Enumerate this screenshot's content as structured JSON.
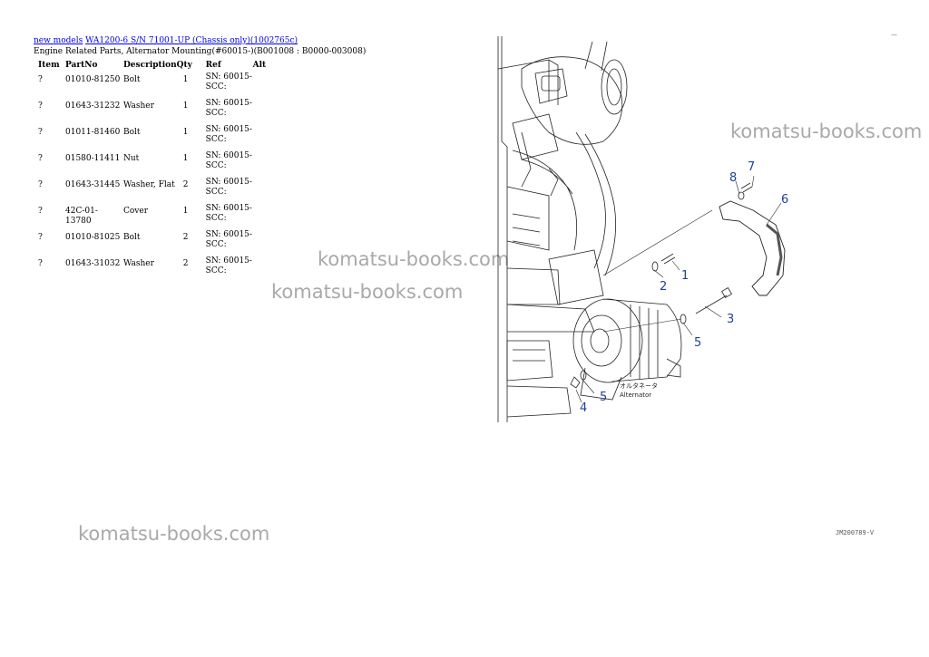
{
  "breadcrumb": {
    "link1": "new models",
    "link2": "WA1200-6 S/N 71001-UP (Chassis only)(1002765c)"
  },
  "subtitle": "Engine Related Parts, Alternator Mounting(#60015-)(B001008 : B0000-003008)",
  "table": {
    "headers": [
      "Item",
      "PartNo",
      "Description",
      "Qty",
      "Ref",
      "Alt"
    ],
    "rows": [
      {
        "item": "?",
        "part": "01010-81250",
        "desc": "Bolt",
        "qty": "1",
        "ref1": "SN: 60015-",
        "ref2": "SCC:"
      },
      {
        "item": "?",
        "part": "01643-31232",
        "desc": "Washer",
        "qty": "1",
        "ref1": "SN: 60015-",
        "ref2": "SCC:"
      },
      {
        "item": "?",
        "part": "01011-81460",
        "desc": "Bolt",
        "qty": "1",
        "ref1": "SN: 60015-",
        "ref2": "SCC:"
      },
      {
        "item": "?",
        "part": "01580-11411",
        "desc": "Nut",
        "qty": "1",
        "ref1": "SN: 60015-",
        "ref2": "SCC:"
      },
      {
        "item": "?",
        "part": "01643-31445",
        "desc": "Washer, Flat",
        "qty": "2",
        "ref1": "SN: 60015-",
        "ref2": "SCC:"
      },
      {
        "item": "?",
        "part": "42C-01-13780",
        "desc": "Cover",
        "qty": "1",
        "ref1": "SN: 60015-",
        "ref2": "SCC:"
      },
      {
        "item": "?",
        "part": "01010-81025",
        "desc": "Bolt",
        "qty": "2",
        "ref1": "SN: 60015-",
        "ref2": "SCC:"
      },
      {
        "item": "?",
        "part": "01643-31032",
        "desc": "Washer",
        "qty": "2",
        "ref1": "SN: 60015-",
        "ref2": "SCC:"
      }
    ]
  },
  "watermark": "komatsu-books.com",
  "drawing": {
    "callouts": [
      "1",
      "2",
      "3",
      "4",
      "5",
      "5",
      "6",
      "7",
      "8"
    ],
    "label_jp": "オルタネータ",
    "label_en": "Alternator",
    "code": "JM200789-V",
    "corner_mark": "—"
  },
  "colors": {
    "link": "#0000ee",
    "callout": "#1f3fa0",
    "watermark": "#a9a9a9"
  }
}
